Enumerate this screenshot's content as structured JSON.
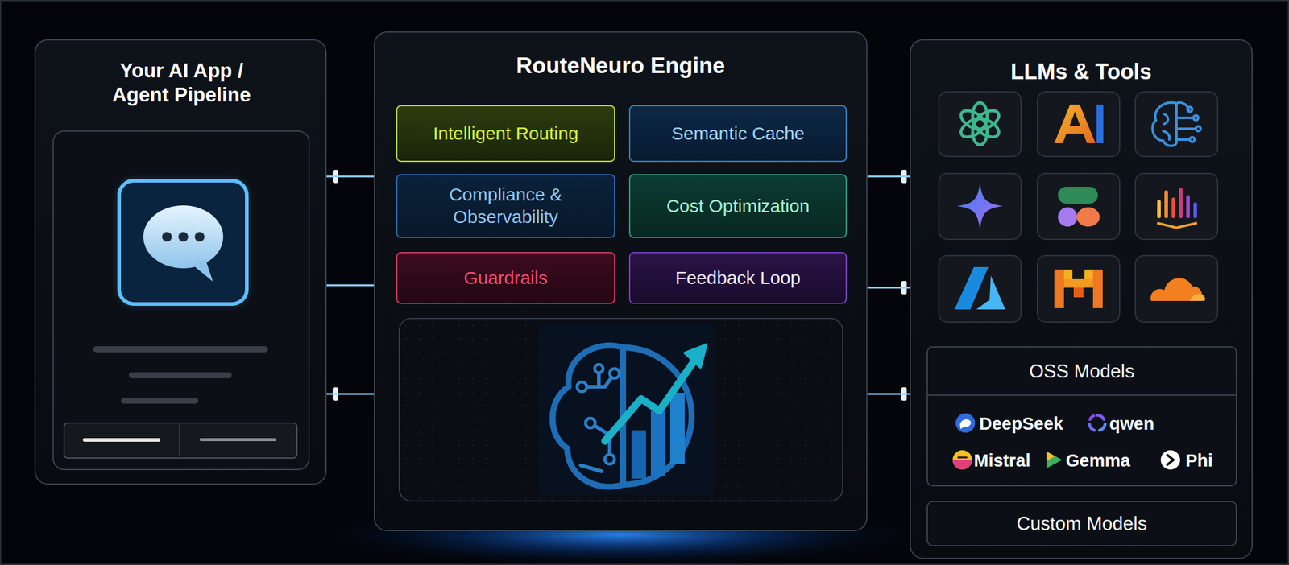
{
  "diagram": {
    "nodes": [
      {
        "text": [
          "Your AI App / Agent Pipeline"
        ]
      },
      {
        "text": [
          "RouteNeuro Engine"
        ]
      },
      {
        "text": [
          "Intelligent Routing"
        ],
        "in": 1
      },
      {
        "text": [
          "Semantic Cache"
        ],
        "in": 1
      },
      {
        "text": [
          "Compliance & Observability"
        ],
        "in": 1
      },
      {
        "text": [
          "Cost Optimization"
        ],
        "in": 1
      },
      {
        "text": [
          "Guardrails"
        ],
        "in": 1
      },
      {
        "text": [
          "Feedback Loop"
        ],
        "in": 1
      },
      {
        "text": [
          "LLMs & Tools"
        ]
      },
      {
        "text": [
          "OSS Models",
          "DeepSeek",
          "qwen",
          "Mistral",
          "Gemma",
          "Phi"
        ],
        "in": 8
      },
      {
        "text": [
          "Custom Models"
        ],
        "in": 8
      }
    ],
    "edges": [
      {
        "from": 0,
        "to": 1,
        "arrow": "none"
      },
      {
        "from": 0,
        "to": 1,
        "arrow": "none"
      },
      {
        "from": 0,
        "to": 1,
        "arrow": "none"
      },
      {
        "from": 1,
        "to": 8,
        "arrow": "none"
      },
      {
        "from": 1,
        "to": 8,
        "arrow": "none"
      },
      {
        "from": 1,
        "to": 8,
        "arrow": "none"
      }
    ]
  }
}
